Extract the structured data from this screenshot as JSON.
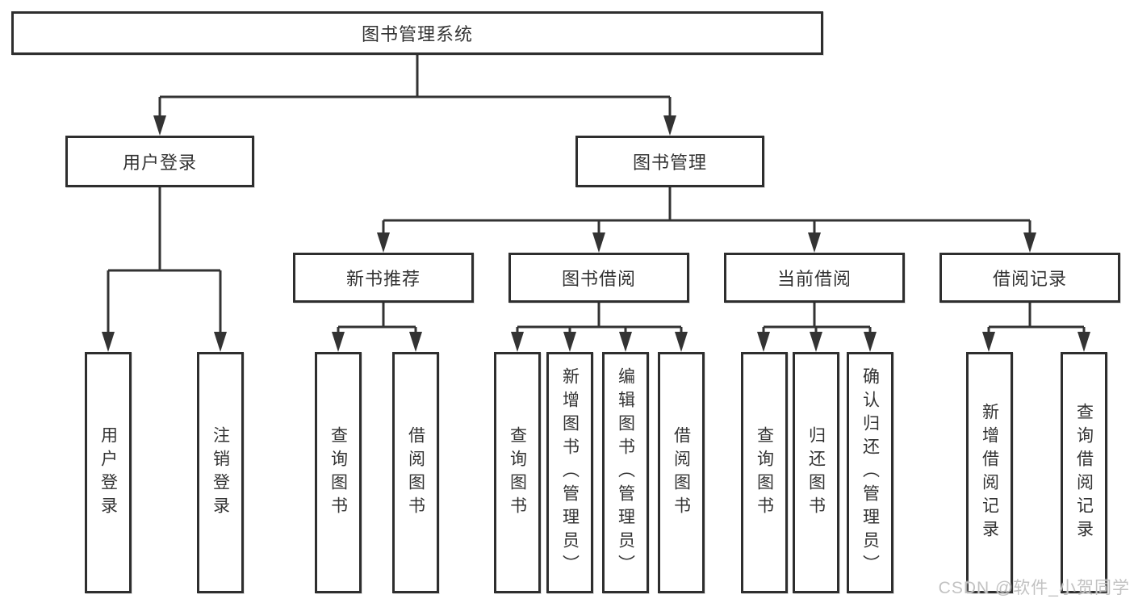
{
  "diagram": {
    "root": {
      "label": "图书管理系统"
    },
    "branches": [
      {
        "label": "用户登录",
        "children": [
          {
            "label": "用户登录"
          },
          {
            "label": "注销登录"
          }
        ]
      },
      {
        "label": "图书管理",
        "children": [
          {
            "label": "新书推荐",
            "children": [
              {
                "label": "查询图书"
              },
              {
                "label": "借阅图书"
              }
            ]
          },
          {
            "label": "图书借阅",
            "children": [
              {
                "label": "查询图书"
              },
              {
                "label": "新增图书（管理员）"
              },
              {
                "label": "编辑图书（管理员）"
              },
              {
                "label": "借阅图书"
              }
            ]
          },
          {
            "label": "当前借阅",
            "children": [
              {
                "label": "查询图书"
              },
              {
                "label": "归还图书"
              },
              {
                "label": "确认归还（管理员）"
              }
            ]
          },
          {
            "label": "借阅记录",
            "children": [
              {
                "label": "新增借阅记录"
              },
              {
                "label": "查询借阅记录"
              }
            ]
          }
        ]
      }
    ]
  },
  "watermark": {
    "text": "CSDN @软件_小贺同学"
  },
  "colors": {
    "line": "#333333",
    "border": "#2e2e2e",
    "text": "#333333",
    "watermark": "#c2c2c2",
    "background": "#ffffff"
  }
}
